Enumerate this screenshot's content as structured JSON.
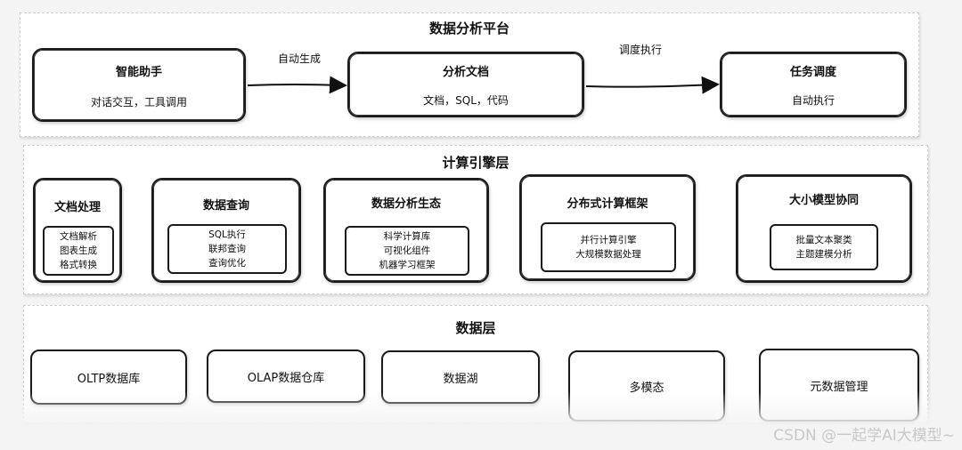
{
  "platform_layer": {
    "title": "数据分析平台",
    "nodes": [
      {
        "title": "智能助手",
        "subtitle": "对话交互，工具调用"
      },
      {
        "title": "分析文档",
        "subtitle": "文档，SQL，代码"
      },
      {
        "title": "任务调度",
        "subtitle": "自动执行"
      }
    ],
    "edges": [
      {
        "from": "智能助手",
        "to": "分析文档",
        "label": "自动生成"
      },
      {
        "from": "分析文档",
        "to": "任务调度",
        "label": "调度执行"
      }
    ]
  },
  "compute_layer": {
    "title": "计算引擎层",
    "modules": [
      {
        "title": "文档处理",
        "items": [
          "文档解析",
          "图表生成",
          "格式转换"
        ]
      },
      {
        "title": "数据查询",
        "items": [
          "SQL执行",
          "联邦查询",
          "查询优化"
        ]
      },
      {
        "title": "数据分析生态",
        "items": [
          "科学计算库",
          "可视化组件",
          "机器学习框架"
        ]
      },
      {
        "title": "分布式计算框架",
        "items": [
          "并行计算引擎",
          "大规模数据处理"
        ]
      },
      {
        "title": "大小模型协同",
        "items": [
          "批量文本聚类",
          "主题建模分析"
        ]
      }
    ]
  },
  "data_layer": {
    "title": "数据层",
    "stores": [
      "OLTP数据库",
      "OLAP数据仓库",
      "数据湖",
      "多模态",
      "元数据管理"
    ]
  },
  "watermark": "CSDN @一起学AI大模型~"
}
